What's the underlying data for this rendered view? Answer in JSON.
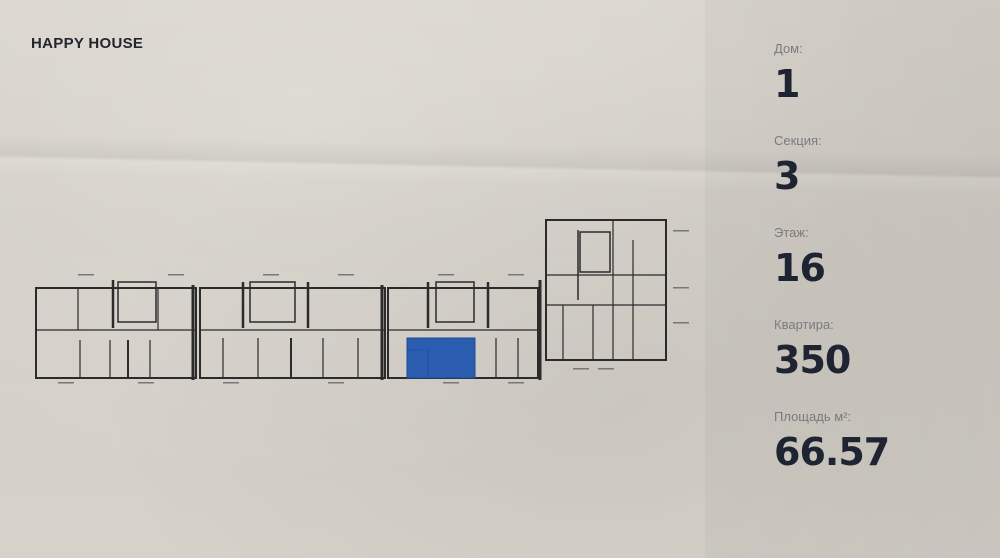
{
  "header": {
    "brand": "HAPPY HOUSE"
  },
  "info_panel": {
    "house_label": "Дом:",
    "house_value": "1",
    "section_label": "Секция:",
    "section_value": "3",
    "floor_label": "Этаж:",
    "floor_value": "16",
    "apartment_label": "Квартира:",
    "apartment_value": "350",
    "area_label": "Площадь м²:",
    "area_value": "66.57"
  },
  "floor_plan": {
    "highlight_color": "#2a5db0",
    "wall_color": "#2b2b2b"
  }
}
